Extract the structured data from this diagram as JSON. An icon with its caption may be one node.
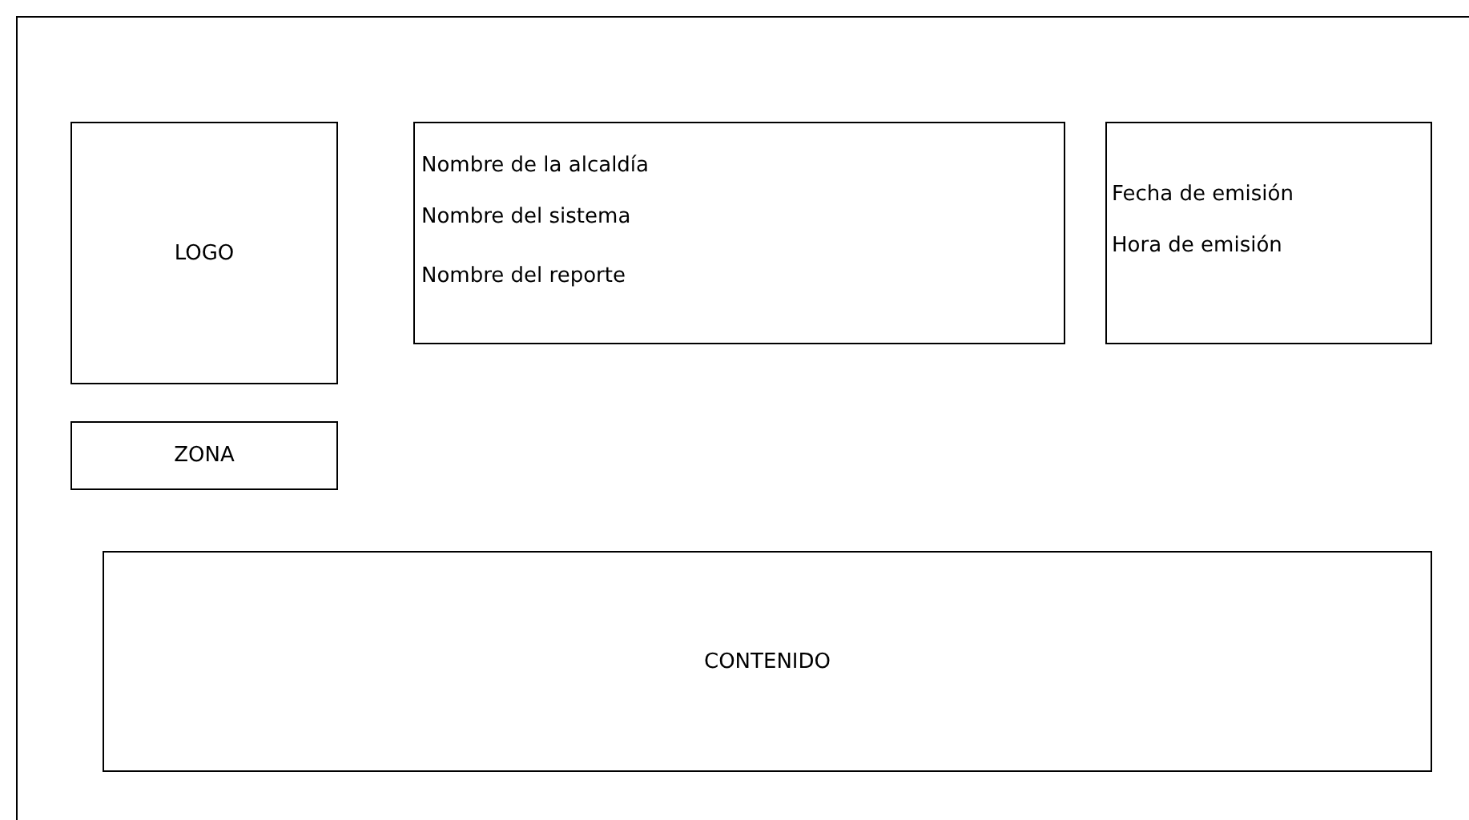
{
  "diagram": {
    "nodes": [
      {
        "text": [],
        "shape": "box"
      },
      {
        "text": [
          "LOGO"
        ],
        "in": 0
      },
      {
        "text": [
          "Nombre de la alcaldía",
          "Nombre del sistema",
          "Nombre del reporte"
        ],
        "in": 0
      },
      {
        "text": [
          "Fecha de emisión",
          "Hora de emisión"
        ],
        "in": 0
      },
      {
        "text": [
          "ZONA"
        ],
        "in": 0
      },
      {
        "text": [
          "CONTENIDO"
        ],
        "in": 0
      }
    ]
  }
}
